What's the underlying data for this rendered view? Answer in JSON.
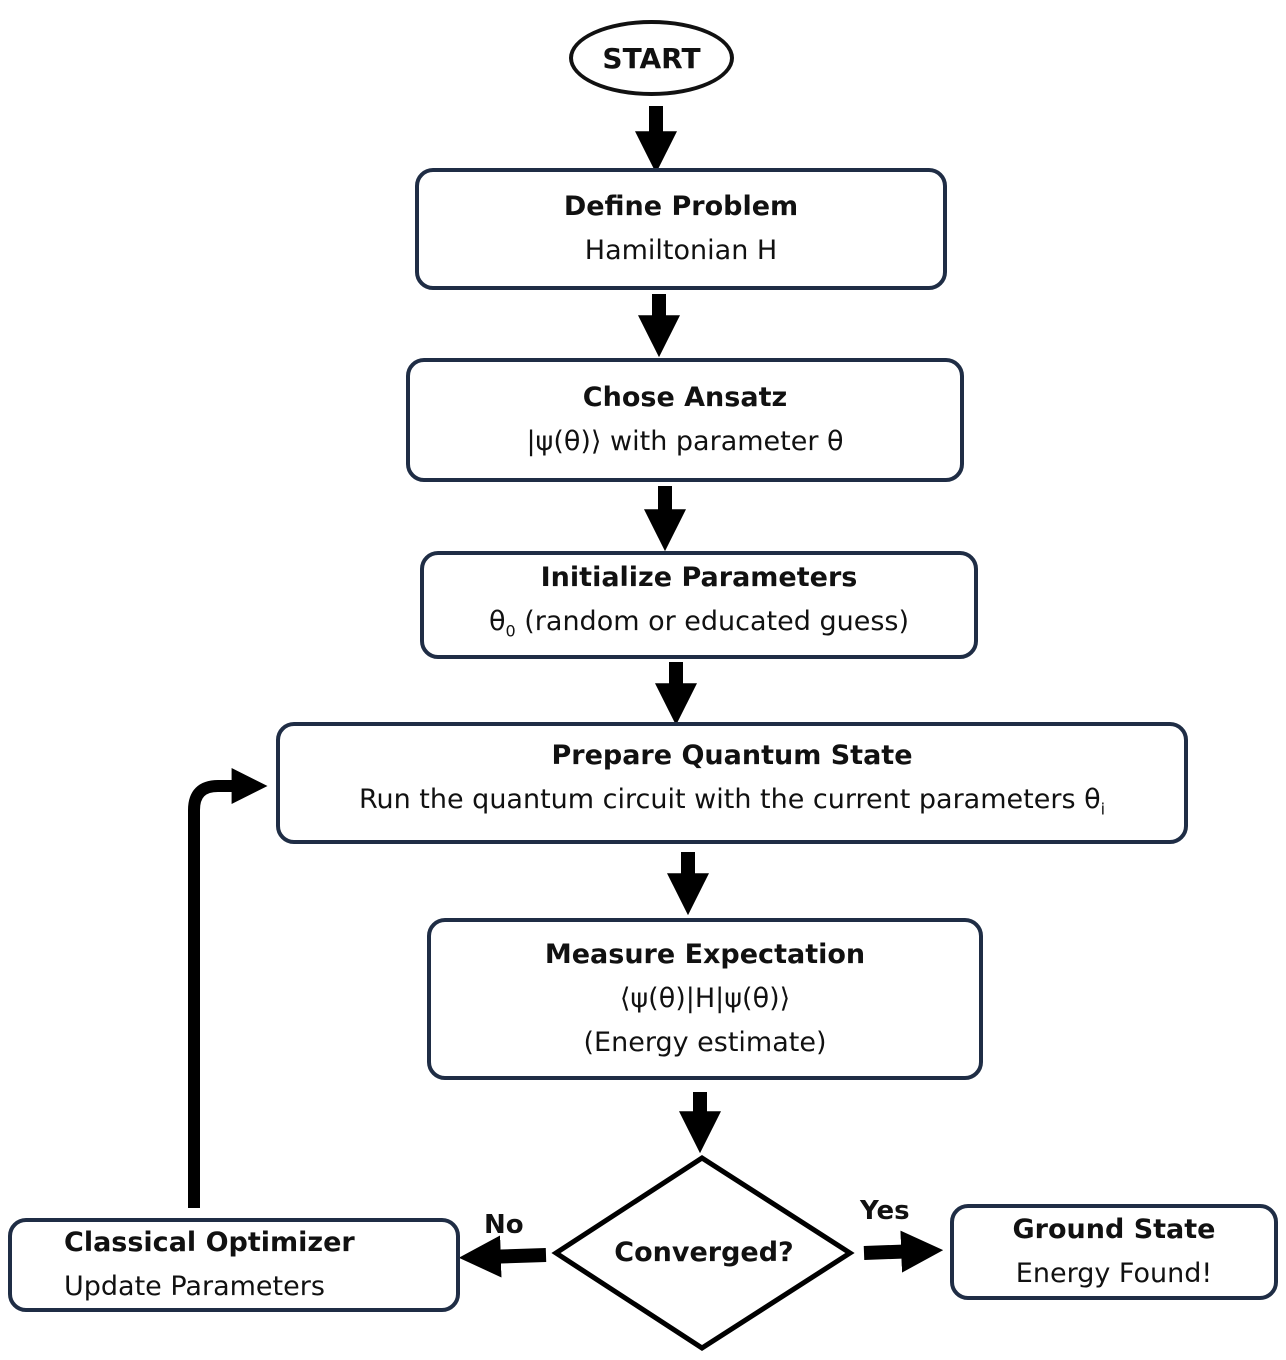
{
  "start": {
    "label": "START"
  },
  "nodes": {
    "define_problem": {
      "title": "Define Problem",
      "sub": "Hamiltonian H"
    },
    "chose_ansatz": {
      "title": "Chose Ansatz",
      "sub": "|ψ(θ)⟩ with parameter θ"
    },
    "initialize": {
      "title": "Initialize Parameters",
      "sub_symbol": "θ",
      "sub_index": "0",
      "sub_rest": " (random or educated guess)"
    },
    "prepare": {
      "title": "Prepare Quantum State",
      "sub_text": "Run the quantum circuit with the current parameters θ",
      "sub_index": "i"
    },
    "measure": {
      "title": "Measure Expectation",
      "sub": "⟨ψ(θ)|H|ψ(θ)⟩",
      "sub2": "(Energy estimate)"
    },
    "decision": {
      "label": "Converged?"
    },
    "optimizer": {
      "title": "Classical Optimizer",
      "sub": "Update Parameters"
    },
    "ground_state": {
      "title": "Ground State",
      "sub": "Energy Found!"
    }
  },
  "edge_labels": {
    "no": "No",
    "yes": "Yes"
  },
  "colors": {
    "box_border": "#1f2d45",
    "arrow": "#000000"
  }
}
